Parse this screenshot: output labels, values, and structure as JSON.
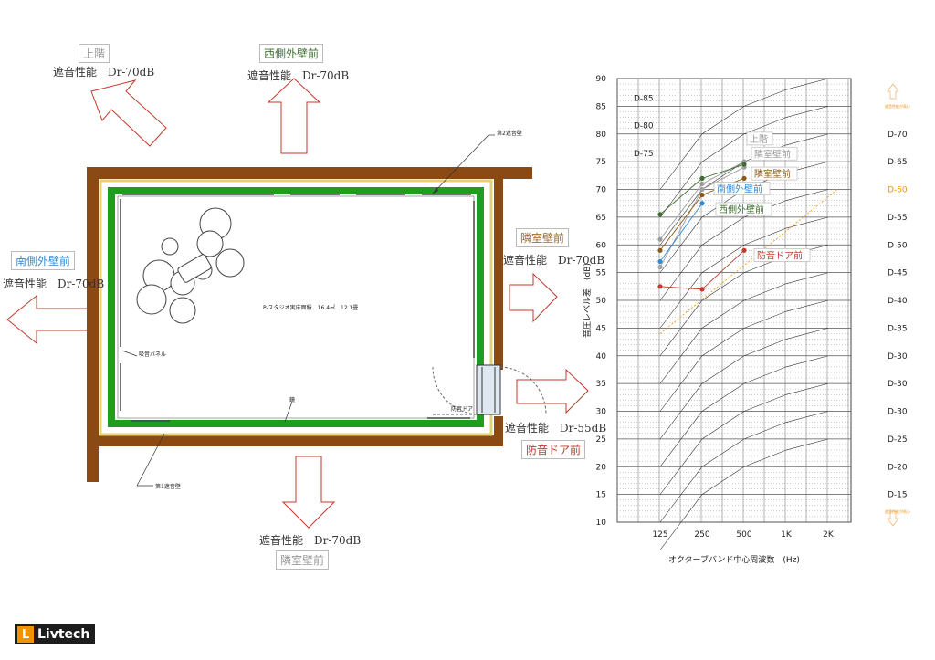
{
  "plan": {
    "upper_floor": {
      "title": "上階",
      "performance": "遮音性能　Dr-70dB"
    },
    "west_wall": {
      "title": "西側外壁前",
      "performance": "遮音性能　Dr-70dB"
    },
    "south_wall": {
      "title": "南側外壁前",
      "performance": "遮音性能　Dr-70dB"
    },
    "next_room_right": {
      "title": "隣室壁前",
      "performance": "遮音性能　Dr-70dB"
    },
    "door_front": {
      "title": "防音ドア前",
      "performance": "遮音性能　Dr-55dB"
    },
    "next_room_bottom": {
      "title": "隣室壁前",
      "performance": "遮音性能　Dr-70dB"
    },
    "labels": {
      "second_wall": "第2遮音壁",
      "first_wall": "第1遮音壁",
      "absorb_panel": "吸音パネル",
      "mirror": "鏡",
      "studio": "P-スタジオ実床面積　16.4㎡　12.1畳",
      "door": "防音ドア"
    }
  },
  "chart_data": {
    "type": "line",
    "ylabel": "音圧レベル差　(dB)",
    "xlabel": "オクターブバンド中心周波数　(Hz)",
    "categories": [
      "125",
      "250",
      "500",
      "1K",
      "2K"
    ],
    "yticks": [
      10,
      15,
      20,
      25,
      30,
      35,
      40,
      45,
      50,
      55,
      60,
      65,
      70,
      75,
      80,
      85,
      90
    ],
    "ylim": [
      10,
      90
    ],
    "d_labels_left": [
      "D-85",
      "D-80",
      "D-75"
    ],
    "d_labels_right": [
      "D-70",
      "D-65",
      "D-60",
      "D-55",
      "D-50",
      "D-45",
      "D-40",
      "D-35",
      "D-30",
      "D-30",
      "D-30",
      "D-25",
      "D-20",
      "D-15"
    ],
    "d_highlight": "D-60",
    "top_note": "遮音性能が高い",
    "bottom_note": "遮音性能が低い",
    "series": [
      {
        "name": "上階",
        "color": "#9a9a9a",
        "values": [
          61,
          71,
          75
        ]
      },
      {
        "name": "隣室壁前",
        "color": "#a0a0a0",
        "values": [
          56,
          70,
          74
        ]
      },
      {
        "name": "隣室壁前",
        "color": "#8b5a1a",
        "values": [
          59,
          69,
          72
        ]
      },
      {
        "name": "南側外壁前",
        "color": "#2f8ad8",
        "values": [
          57,
          67.5,
          null
        ]
      },
      {
        "name": "西側外壁前",
        "color": "#3f6e2f",
        "values": [
          65.5,
          72,
          74.5
        ]
      },
      {
        "name": "防音ドア前",
        "color": "#c0392b",
        "values": [
          52.5,
          52,
          59
        ]
      }
    ],
    "series_label_texts": [
      "上階",
      "隣室壁前",
      "隣室壁前",
      "南側外壁前",
      "西側外壁前",
      "防音ドア前"
    ]
  },
  "logo": {
    "mark": "L",
    "text": "Livtech"
  }
}
